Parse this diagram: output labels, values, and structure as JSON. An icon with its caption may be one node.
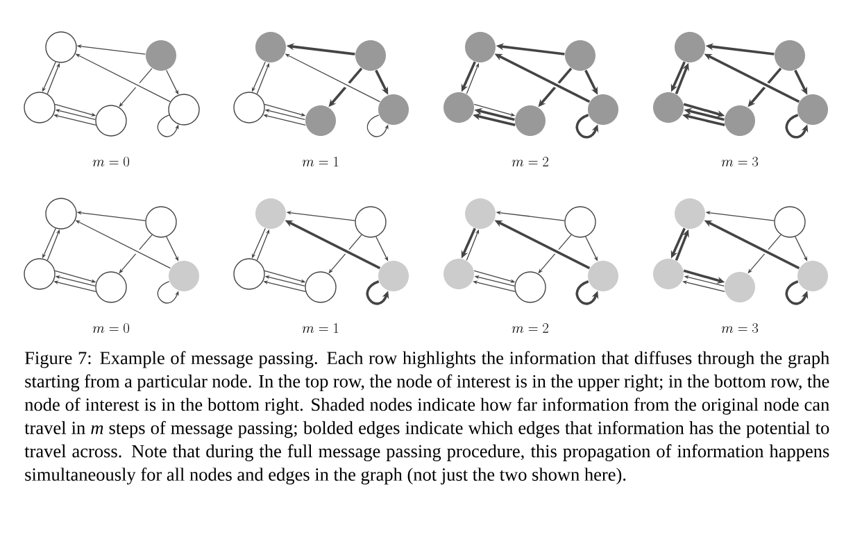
{
  "diagram": {
    "caption": "Figure 7: Example of message passing. Each row highlights the information that diffuses through the graph starting from a particular node. In the top row, the node of interest is in the upper right; in the bottom row, the node of interest is in the bottom right. Shaded nodes indicate how far information from the original node can travel in *m* steps of message passing; bolded edges indicate which edges that information has the potential to travel across. Note that during the full message passing procedure, this propagation of information happens simultaneously for all nodes and edges in the graph (not just the two shown here).",
    "nodes": [
      {
        "text": [],
        "shape": "circle"
      },
      {
        "text": [],
        "shape": "circle"
      },
      {
        "text": [],
        "shape": "circle"
      },
      {
        "text": [],
        "shape": "circle"
      },
      {
        "text": [],
        "shape": "circle"
      },
      {
        "text": [],
        "shape": "circle"
      },
      {
        "text": [],
        "shape": "circle"
      },
      {
        "text": [],
        "shape": "circle"
      },
      {
        "text": [],
        "shape": "circle"
      },
      {
        "text": [],
        "shape": "circle"
      },
      {
        "text": [],
        "shape": "circle"
      },
      {
        "text": [],
        "shape": "circle"
      },
      {
        "text": [],
        "shape": "circle"
      },
      {
        "text": [],
        "shape": "circle"
      },
      {
        "text": [],
        "shape": "circle"
      },
      {
        "text": [],
        "shape": "circle"
      },
      {
        "text": [],
        "shape": "circle"
      },
      {
        "text": [],
        "shape": "circle"
      },
      {
        "text": [],
        "shape": "circle"
      },
      {
        "text": [],
        "shape": "circle"
      },
      {
        "text": [],
        "shape": "circle"
      },
      {
        "text": [],
        "shape": "circle"
      },
      {
        "text": [],
        "shape": "circle"
      },
      {
        "text": [],
        "shape": "circle"
      },
      {
        "text": [],
        "shape": "circle"
      },
      {
        "text": [],
        "shape": "circle"
      },
      {
        "text": [],
        "shape": "circle"
      },
      {
        "text": [],
        "shape": "circle"
      },
      {
        "text": [],
        "shape": "circle"
      },
      {
        "text": [],
        "shape": "circle"
      },
      {
        "text": [],
        "shape": "circle"
      },
      {
        "text": [],
        "shape": "circle"
      },
      {
        "text": [],
        "shape": "circle"
      },
      {
        "text": [],
        "shape": "circle"
      },
      {
        "text": [],
        "shape": "circle"
      },
      {
        "text": [],
        "shape": "circle"
      },
      {
        "text": [],
        "shape": "circle"
      },
      {
        "text": [],
        "shape": "circle"
      },
      {
        "text": [],
        "shape": "circle"
      },
      {
        "text": [],
        "shape": "circle"
      }
    ],
    "edges": [
      {
        "from": 1,
        "to": 0,
        "arrow": "to"
      },
      {
        "from": 4,
        "to": 0,
        "arrow": "to"
      },
      {
        "from": 0,
        "to": 2,
        "arrow": "to"
      },
      {
        "from": 2,
        "to": 0,
        "arrow": "to"
      },
      {
        "from": 2,
        "to": 3,
        "arrow": "to"
      },
      {
        "from": 3,
        "to": 2,
        "arrow": "to"
      },
      {
        "from": 3,
        "to": 2,
        "arrow": "to"
      },
      {
        "from": 1,
        "to": 4,
        "arrow": "to"
      },
      {
        "from": 1,
        "to": 3,
        "arrow": "to"
      },
      {
        "from": 4,
        "to": 4,
        "arrow": "to"
      },
      {
        "from": 6,
        "to": 5,
        "arrow": "to",
        "style": "thick"
      },
      {
        "from": 9,
        "to": 5,
        "arrow": "to"
      },
      {
        "from": 5,
        "to": 7,
        "arrow": "to"
      },
      {
        "from": 7,
        "to": 5,
        "arrow": "to"
      },
      {
        "from": 7,
        "to": 8,
        "arrow": "to"
      },
      {
        "from": 8,
        "to": 7,
        "arrow": "to"
      },
      {
        "from": 8,
        "to": 7,
        "arrow": "to"
      },
      {
        "from": 6,
        "to": 9,
        "arrow": "to",
        "style": "thick"
      },
      {
        "from": 6,
        "to": 8,
        "arrow": "to",
        "style": "thick"
      },
      {
        "from": 9,
        "to": 9,
        "arrow": "to"
      },
      {
        "from": 11,
        "to": 10,
        "arrow": "to",
        "style": "thick"
      },
      {
        "from": 14,
        "to": 10,
        "arrow": "to",
        "style": "thick"
      },
      {
        "from": 10,
        "to": 12,
        "arrow": "to",
        "style": "thick"
      },
      {
        "from": 12,
        "to": 10,
        "arrow": "to"
      },
      {
        "from": 12,
        "to": 13,
        "arrow": "to"
      },
      {
        "from": 13,
        "to": 12,
        "arrow": "to",
        "style": "thick"
      },
      {
        "from": 13,
        "to": 12,
        "arrow": "to",
        "style": "thick"
      },
      {
        "from": 11,
        "to": 14,
        "arrow": "to",
        "style": "thick"
      },
      {
        "from": 11,
        "to": 13,
        "arrow": "to",
        "style": "thick"
      },
      {
        "from": 14,
        "to": 14,
        "arrow": "to",
        "style": "thick"
      },
      {
        "from": 16,
        "to": 15,
        "arrow": "to",
        "style": "thick"
      },
      {
        "from": 19,
        "to": 15,
        "arrow": "to",
        "style": "thick"
      },
      {
        "from": 15,
        "to": 17,
        "arrow": "to",
        "style": "thick"
      },
      {
        "from": 17,
        "to": 15,
        "arrow": "to",
        "style": "thick"
      },
      {
        "from": 17,
        "to": 18,
        "arrow": "to",
        "style": "thick"
      },
      {
        "from": 18,
        "to": 17,
        "arrow": "to",
        "style": "thick"
      },
      {
        "from": 18,
        "to": 17,
        "arrow": "to",
        "style": "thick"
      },
      {
        "from": 16,
        "to": 19,
        "arrow": "to",
        "style": "thick"
      },
      {
        "from": 16,
        "to": 18,
        "arrow": "to",
        "style": "thick"
      },
      {
        "from": 19,
        "to": 19,
        "arrow": "to",
        "style": "thick"
      },
      {
        "from": 21,
        "to": 20,
        "arrow": "to"
      },
      {
        "from": 24,
        "to": 20,
        "arrow": "to"
      },
      {
        "from": 20,
        "to": 22,
        "arrow": "to"
      },
      {
        "from": 22,
        "to": 20,
        "arrow": "to"
      },
      {
        "from": 22,
        "to": 23,
        "arrow": "to"
      },
      {
        "from": 23,
        "to": 22,
        "arrow": "to"
      },
      {
        "from": 23,
        "to": 22,
        "arrow": "to"
      },
      {
        "from": 21,
        "to": 24,
        "arrow": "to"
      },
      {
        "from": 21,
        "to": 23,
        "arrow": "to"
      },
      {
        "from": 24,
        "to": 24,
        "arrow": "to"
      },
      {
        "from": 26,
        "to": 25,
        "arrow": "to"
      },
      {
        "from": 29,
        "to": 25,
        "arrow": "to",
        "style": "thick"
      },
      {
        "from": 25,
        "to": 27,
        "arrow": "to"
      },
      {
        "from": 27,
        "to": 25,
        "arrow": "to"
      },
      {
        "from": 27,
        "to": 28,
        "arrow": "to"
      },
      {
        "from": 28,
        "to": 27,
        "arrow": "to"
      },
      {
        "from": 28,
        "to": 27,
        "arrow": "to"
      },
      {
        "from": 26,
        "to": 29,
        "arrow": "to"
      },
      {
        "from": 26,
        "to": 28,
        "arrow": "to"
      },
      {
        "from": 29,
        "to": 29,
        "arrow": "to",
        "style": "thick"
      },
      {
        "from": 31,
        "to": 30,
        "arrow": "to"
      },
      {
        "from": 34,
        "to": 30,
        "arrow": "to",
        "style": "thick"
      },
      {
        "from": 30,
        "to": 32,
        "arrow": "to",
        "style": "thick"
      },
      {
        "from": 32,
        "to": 30,
        "arrow": "to"
      },
      {
        "from": 32,
        "to": 33,
        "arrow": "to"
      },
      {
        "from": 33,
        "to": 32,
        "arrow": "to"
      },
      {
        "from": 33,
        "to": 32,
        "arrow": "to"
      },
      {
        "from": 31,
        "to": 34,
        "arrow": "to"
      },
      {
        "from": 31,
        "to": 33,
        "arrow": "to"
      },
      {
        "from": 34,
        "to": 34,
        "arrow": "to",
        "style": "thick"
      },
      {
        "from": 36,
        "to": 35,
        "arrow": "to"
      },
      {
        "from": 39,
        "to": 35,
        "arrow": "to",
        "style": "thick"
      },
      {
        "from": 35,
        "to": 37,
        "arrow": "to",
        "style": "thick"
      },
      {
        "from": 37,
        "to": 35,
        "arrow": "to",
        "style": "thick"
      },
      {
        "from": 37,
        "to": 38,
        "arrow": "to",
        "style": "thick"
      },
      {
        "from": 38,
        "to": 37,
        "arrow": "to"
      },
      {
        "from": 38,
        "to": 37,
        "arrow": "to"
      },
      {
        "from": 36,
        "to": 39,
        "arrow": "to"
      },
      {
        "from": 36,
        "to": 38,
        "arrow": "to"
      },
      {
        "from": 39,
        "to": 39,
        "arrow": "to",
        "style": "thick"
      }
    ],
    "labels": [
      "m = 0",
      "m = 1",
      "m = 2",
      "m = 3",
      "m = 0",
      "m = 1",
      "m = 2",
      "m = 3"
    ]
  }
}
